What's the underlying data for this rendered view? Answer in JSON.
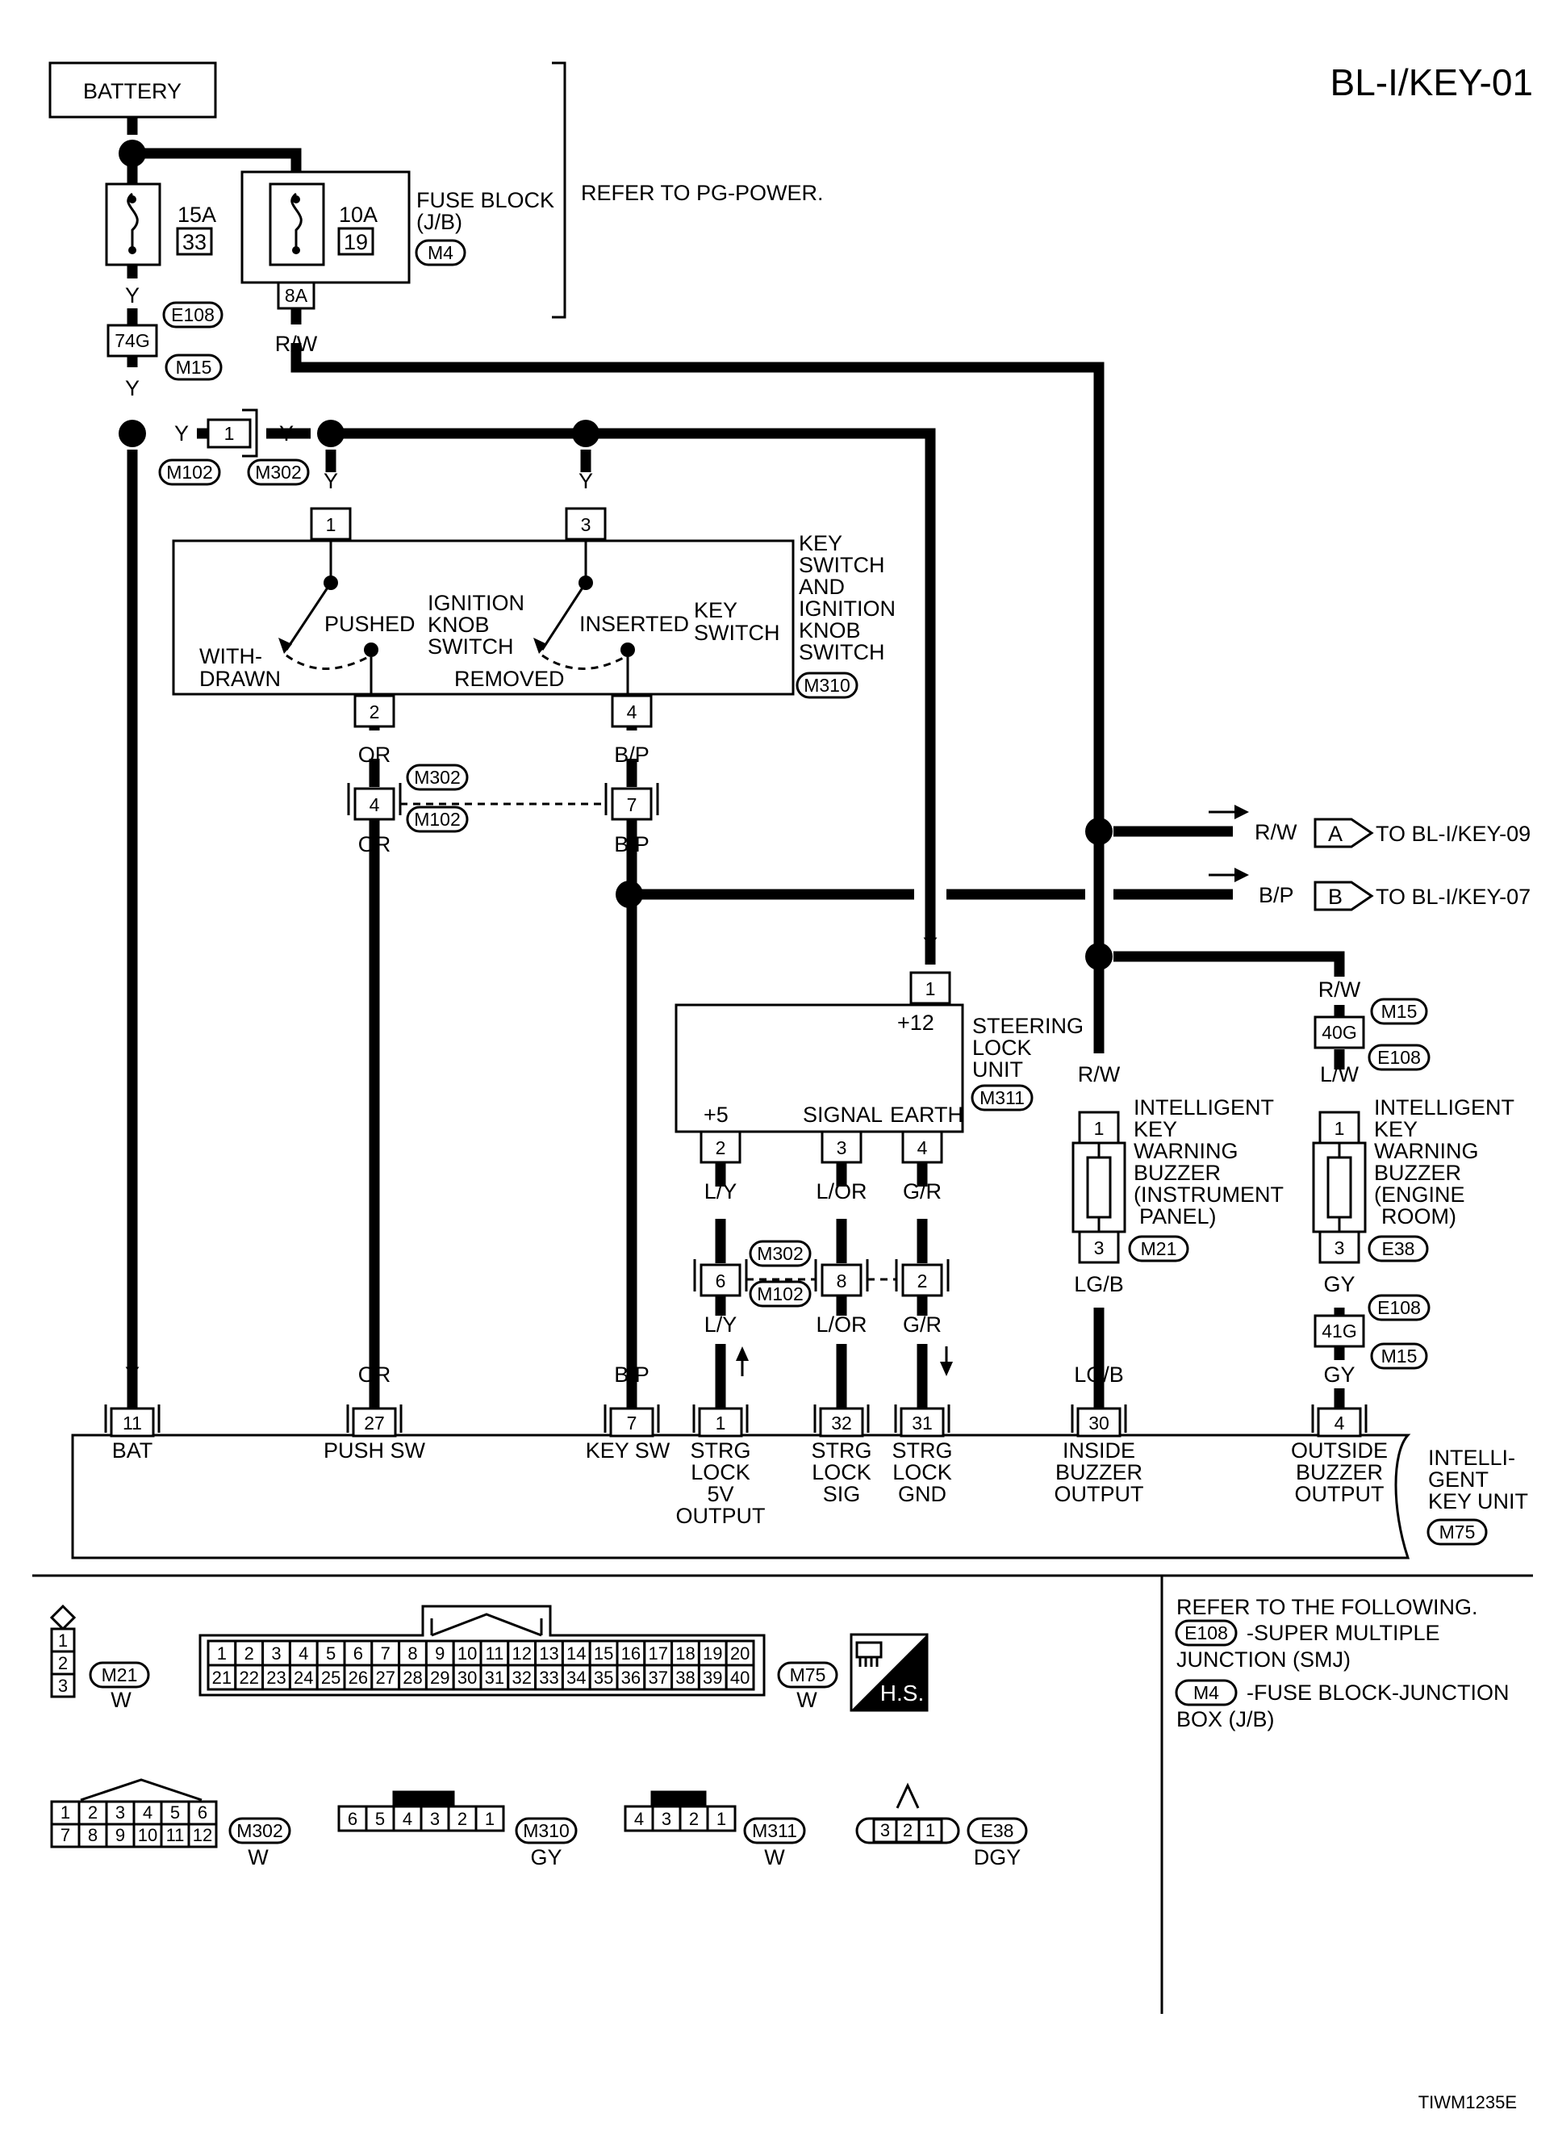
{
  "title": "BL-I/KEY-01",
  "footer_code": "TIWM1235E",
  "battery": "BATTERY",
  "refer_note": "REFER TO PG-POWER.",
  "fuse_block": {
    "line1": "FUSE BLOCK",
    "line2": "(J/B)",
    "conn": "M4"
  },
  "fuses": [
    {
      "amp": "15A",
      "num": "33"
    },
    {
      "amp": "10A",
      "num": "19"
    }
  ],
  "fuse_out_pin": "8A",
  "wire_colors": {
    "y": "Y",
    "rw": "R/W",
    "or": "OR",
    "bp": "B/P",
    "ly": "L/Y",
    "lor": "L/OR",
    "gr": "G/R",
    "lgb": "LG/B",
    "gy": "GY",
    "lw": "L/W"
  },
  "connectors": {
    "e108": "E108",
    "m15": "M15",
    "m102": "M102",
    "m302": "M302",
    "m310": "M310",
    "m311": "M311",
    "m21": "M21",
    "e38": "E38",
    "m75": "M75",
    "pin_74g": "74G",
    "pin_40g": "40G",
    "pin_41g": "41G",
    "pin_1": "1"
  },
  "key_switch": {
    "label": [
      "KEY",
      "SWITCH",
      "AND",
      "IGNITION",
      "KNOB",
      "SWITCH"
    ],
    "pins": {
      "p1": "1",
      "p3": "3",
      "p2": "2",
      "p4": "4"
    },
    "withdrawn": [
      "WITH-",
      "DRAWN"
    ],
    "pushed": "PUSHED",
    "ign_knob": [
      "IGNITION",
      "KNOB",
      "SWITCH"
    ],
    "inserted": "INSERTED",
    "key_switch": [
      "KEY",
      "SWITCH"
    ],
    "removed": "REMOVED"
  },
  "joint_pins": {
    "p4": "4",
    "p7": "7",
    "p6": "6",
    "p8": "8",
    "p2": "2"
  },
  "out_refs": [
    {
      "color": "R/W",
      "letter": "A",
      "text": "TO BL-I/KEY-09"
    },
    {
      "color": "B/P",
      "letter": "B",
      "text": "TO BL-I/KEY-07"
    }
  ],
  "steering_lock": {
    "label": [
      "STEERING",
      "LOCK",
      "UNIT"
    ],
    "plus12": "+12",
    "plus5": "+5",
    "signal": "SIGNAL",
    "earth": "EARTH",
    "pins": {
      "p1": "1",
      "p2": "2",
      "p3": "3",
      "p4": "4"
    }
  },
  "buzzer_ip": {
    "label": [
      "INTELLIGENT",
      "KEY",
      "WARNING",
      "BUZZER",
      "(INSTRUMENT",
      "PANEL)"
    ],
    "p1": "1",
    "p3": "3"
  },
  "buzzer_er": {
    "label": [
      "INTELLIGENT",
      "KEY",
      "WARNING",
      "BUZZER",
      "(ENGINE",
      "ROOM)"
    ],
    "p1": "1",
    "p3": "3"
  },
  "iku": {
    "label": [
      "INTELLI-",
      "GENT",
      "KEY UNIT"
    ],
    "pins": [
      {
        "num": "11",
        "label": [
          "BAT"
        ]
      },
      {
        "num": "27",
        "label": [
          "PUSH SW"
        ]
      },
      {
        "num": "7",
        "label": [
          "KEY SW"
        ]
      },
      {
        "num": "1",
        "label": [
          "STRG",
          "LOCK",
          "5V",
          "OUTPUT"
        ]
      },
      {
        "num": "32",
        "label": [
          "STRG",
          "LOCK",
          "SIG"
        ]
      },
      {
        "num": "31",
        "label": [
          "STRG",
          "LOCK",
          "GND"
        ]
      },
      {
        "num": "30",
        "label": [
          "INSIDE",
          "BUZZER",
          "OUTPUT"
        ]
      },
      {
        "num": "4",
        "label": [
          "OUTSIDE",
          "BUZZER",
          "OUTPUT"
        ]
      }
    ]
  },
  "legend": {
    "refer_following": "REFER TO THE FOLLOWING.",
    "e108_desc": [
      "-SUPER MULTIPLE",
      "JUNCTION (SMJ)"
    ],
    "m4_desc": [
      "-FUSE BLOCK-JUNCTION",
      "BOX (J/B)"
    ]
  },
  "conn_views": {
    "m21": {
      "name": "M21",
      "color": "W",
      "pins": [
        "1",
        "2",
        "3"
      ]
    },
    "m75": {
      "name": "M75",
      "color": "W",
      "row1": [
        "1",
        "2",
        "3",
        "4",
        "5",
        "6",
        "7",
        "8",
        "9",
        "10",
        "11",
        "12",
        "13",
        "14",
        "15",
        "16",
        "17",
        "18",
        "19",
        "20"
      ],
      "row2": [
        "21",
        "22",
        "23",
        "24",
        "25",
        "26",
        "27",
        "28",
        "29",
        "30",
        "31",
        "32",
        "33",
        "34",
        "35",
        "36",
        "37",
        "38",
        "39",
        "40"
      ]
    },
    "hs": "H.S.",
    "m302": {
      "name": "M302",
      "color": "W",
      "row1": [
        "1",
        "2",
        "3",
        "4",
        "5",
        "6"
      ],
      "row2": [
        "7",
        "8",
        "9",
        "10",
        "11",
        "12"
      ]
    },
    "m310": {
      "name": "M310",
      "color": "GY",
      "pins": [
        "6",
        "5",
        "4",
        "3",
        "2",
        "1"
      ]
    },
    "m311": {
      "name": "M311",
      "color": "W",
      "pins": [
        "4",
        "3",
        "2",
        "1"
      ]
    },
    "e38": {
      "name": "E38",
      "color": "DGY",
      "pins": [
        "3",
        "2",
        "1"
      ]
    }
  }
}
